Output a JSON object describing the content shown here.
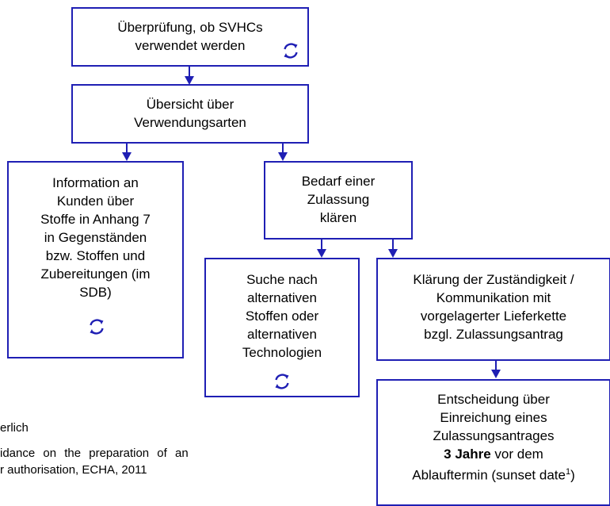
{
  "colors": {
    "border": "#1f1fb4",
    "arrow": "#1f1fb4",
    "text": "#000000"
  },
  "boxes": {
    "svhc_check": {
      "lines": [
        "Überprüfung, ob SVHCs",
        "verwendet werden"
      ],
      "icon": "refresh-cycle-icon"
    },
    "overview": {
      "lines": [
        "Übersicht über",
        "Verwendungsarten"
      ]
    },
    "customer_info": {
      "lines": [
        "Information an",
        "Kunden über",
        "Stoffe in Anhang 7",
        "in Gegenständen",
        "bzw. Stoffen und",
        "Zubereitungen (im",
        "SDB)"
      ],
      "icon": "refresh-cycle-icon"
    },
    "authorisation_need": {
      "lines": [
        "Bedarf einer",
        "Zulassung",
        "klären"
      ]
    },
    "alternatives": {
      "lines": [
        "Suche nach",
        "alternativen",
        "Stoffen oder",
        "alternativen",
        "Technologien"
      ],
      "icon": "refresh-cycle-icon"
    },
    "responsibility": {
      "lines": [
        "Klärung der Zuständigkeit /",
        "Kommunikation mit",
        "vorgelagerter Lieferkette",
        "bzgl. Zulassungsantrag"
      ]
    },
    "decision": {
      "line1": "Entscheidung über",
      "line2": "Einreichung eines",
      "line3": "Zulassungsantrages",
      "line4_bold": "3 Jahre",
      "line4_rest": " vor dem",
      "line5_text": "Ablauftermin (sunset date",
      "line5_sup": "1",
      "line5_end": ")"
    }
  },
  "footnotes": {
    "line1": "erlich",
    "line2": "idance on the preparation of an",
    "line3": "r authorisation, ECHA, 2011"
  }
}
